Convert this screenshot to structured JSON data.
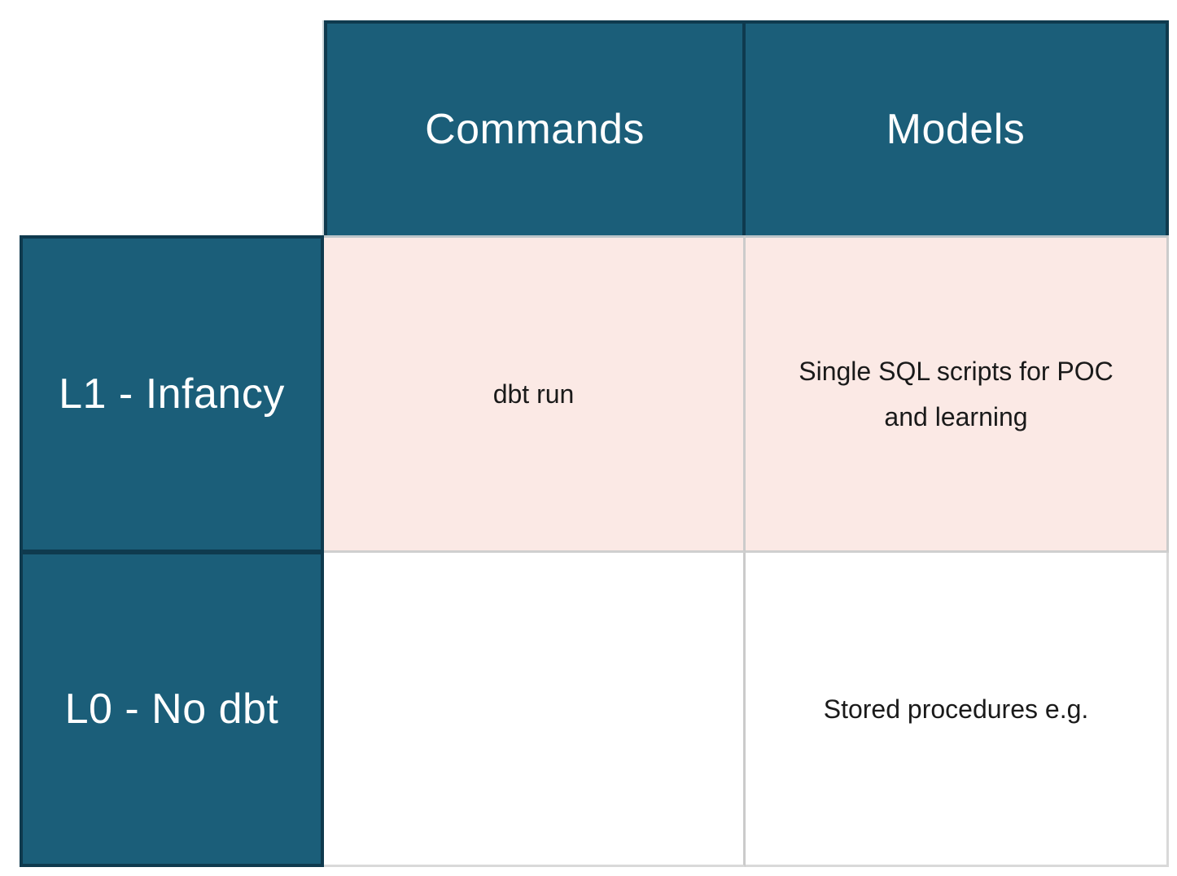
{
  "colors": {
    "header_teal": "#1b5e79",
    "teal_border": "#0f3a4e",
    "highlight_pink": "#fbe9e5",
    "light_cell_border": "#cbcbcb",
    "header_text": "#ffffff",
    "body_text": "#1a1a1a"
  },
  "table": {
    "column_headers": [
      "Commands",
      "Models"
    ],
    "rows": [
      {
        "label": "L1 - Infancy",
        "commands": "dbt run",
        "models": "Single SQL scripts for POC and learning",
        "highlighted": true
      },
      {
        "label": "L0 - No dbt",
        "commands": "",
        "models": "Stored procedures e.g.",
        "highlighted": false
      }
    ]
  },
  "chart_data": {
    "type": "table",
    "columns": [
      "",
      "Commands",
      "Models"
    ],
    "rows": [
      [
        "L1 - Infancy",
        "dbt run",
        "Single SQL scripts for POC and learning"
      ],
      [
        "L0 - No dbt",
        "",
        "Stored procedures e.g."
      ]
    ]
  }
}
